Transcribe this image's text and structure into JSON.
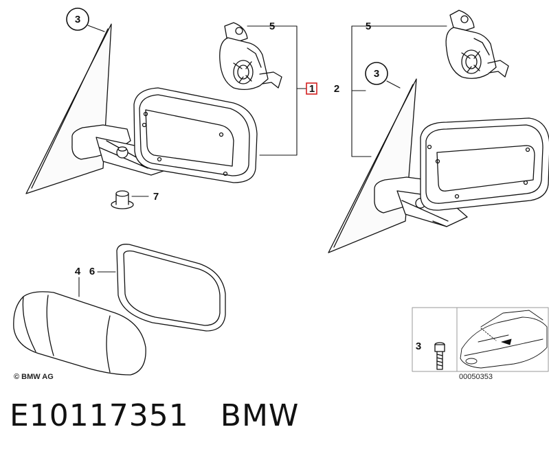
{
  "callouts": {
    "c3_left": "3",
    "c5_left": "5",
    "c1": "1",
    "c2": "2",
    "c5_right": "5",
    "c3_right": "3",
    "c7": "7",
    "c4": "4",
    "c6": "6",
    "c3_inset": "3"
  },
  "copyright": "© BMW AG",
  "inset_code": "00050353",
  "bottom": {
    "part_number": "E10117351",
    "brand": "BMW"
  },
  "colors": {
    "line": "#111111",
    "highlight_box": "#d42020"
  }
}
